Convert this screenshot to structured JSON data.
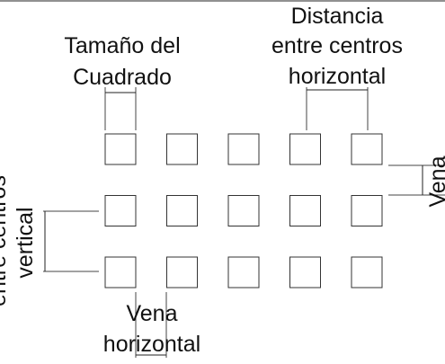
{
  "labels": {
    "square_size": [
      "Tamaño del",
      "Cuadrado"
    ],
    "horizontal_distance": [
      "Distancia",
      "entre centros",
      "horizontal"
    ],
    "vertical_distance": [
      "entre centros",
      "vertical"
    ],
    "horizontal_vein": [
      "Vena",
      "horizontal"
    ],
    "vertical_vein": "Vena"
  },
  "grid": {
    "rows": 3,
    "columns": 5,
    "squares_per_row": [
      5,
      5,
      5
    ]
  },
  "colors": {
    "line": "#222222",
    "square_fill": "#ffffff",
    "text": "#111111"
  }
}
